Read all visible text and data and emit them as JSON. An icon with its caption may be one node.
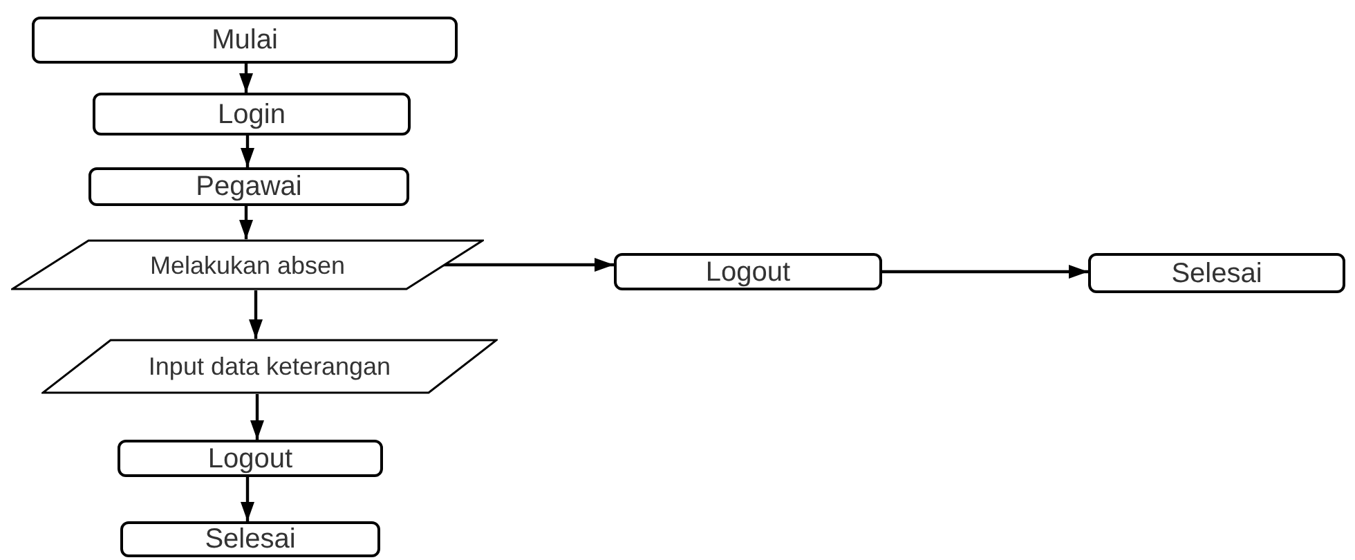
{
  "diagram": {
    "nodes": [
      {
        "text": [
          "Mulai"
        ]
      },
      {
        "text": [
          "Login"
        ]
      },
      {
        "text": [
          "Pegawai"
        ]
      },
      {
        "text": [
          "Melakukan absen"
        ]
      },
      {
        "text": [
          "Logout"
        ]
      },
      {
        "text": [
          "Selesai"
        ]
      },
      {
        "text": [
          "Input data keterangan"
        ]
      },
      {
        "text": [
          "Logout"
        ]
      },
      {
        "text": [
          "Selesai"
        ]
      }
    ],
    "edges": [
      {
        "from": 0,
        "to": 1,
        "arrow": "to"
      },
      {
        "from": 1,
        "to": 2,
        "arrow": "to"
      },
      {
        "from": 2,
        "to": 3,
        "arrow": "to"
      },
      {
        "from": 3,
        "to": 4,
        "arrow": "to"
      },
      {
        "from": 4,
        "to": 5,
        "arrow": "to"
      },
      {
        "from": 3,
        "to": 6,
        "arrow": "to"
      },
      {
        "from": 6,
        "to": 7,
        "arrow": "to"
      },
      {
        "from": 7,
        "to": 8,
        "arrow": "to"
      }
    ]
  }
}
